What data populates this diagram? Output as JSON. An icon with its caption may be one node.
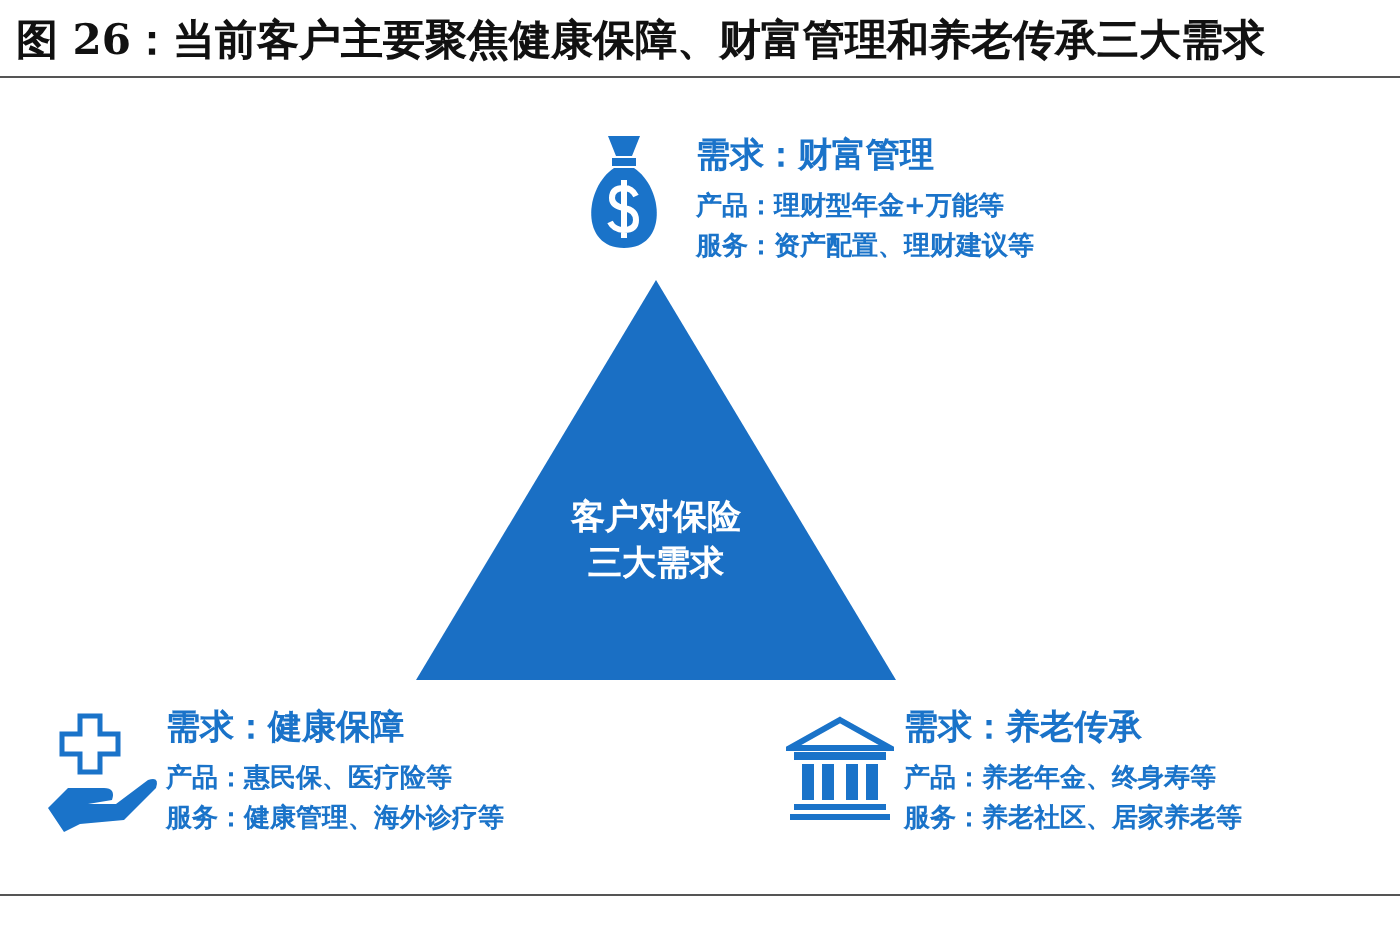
{
  "diagram": {
    "title": "图 26：当前客户主要聚焦健康保障、财富管理和养老传承三大需求",
    "nodes": [
      {
        "text": [
          "客户对保险三大需求"
        ]
      },
      {
        "text": [
          "需求：财富管理",
          "产品：理财型年金+万能等",
          "服务：资产配置、理财建议等"
        ]
      },
      {
        "text": [
          "需求：健康保障",
          "产品：惠民保、医疗险等",
          "服务：健康管理、海外诊疗等"
        ]
      },
      {
        "text": [
          "需求：养老传承",
          "产品：养老年金、终身寿等",
          "服务：养老社区、居家养老等"
        ]
      }
    ],
    "edges": []
  }
}
